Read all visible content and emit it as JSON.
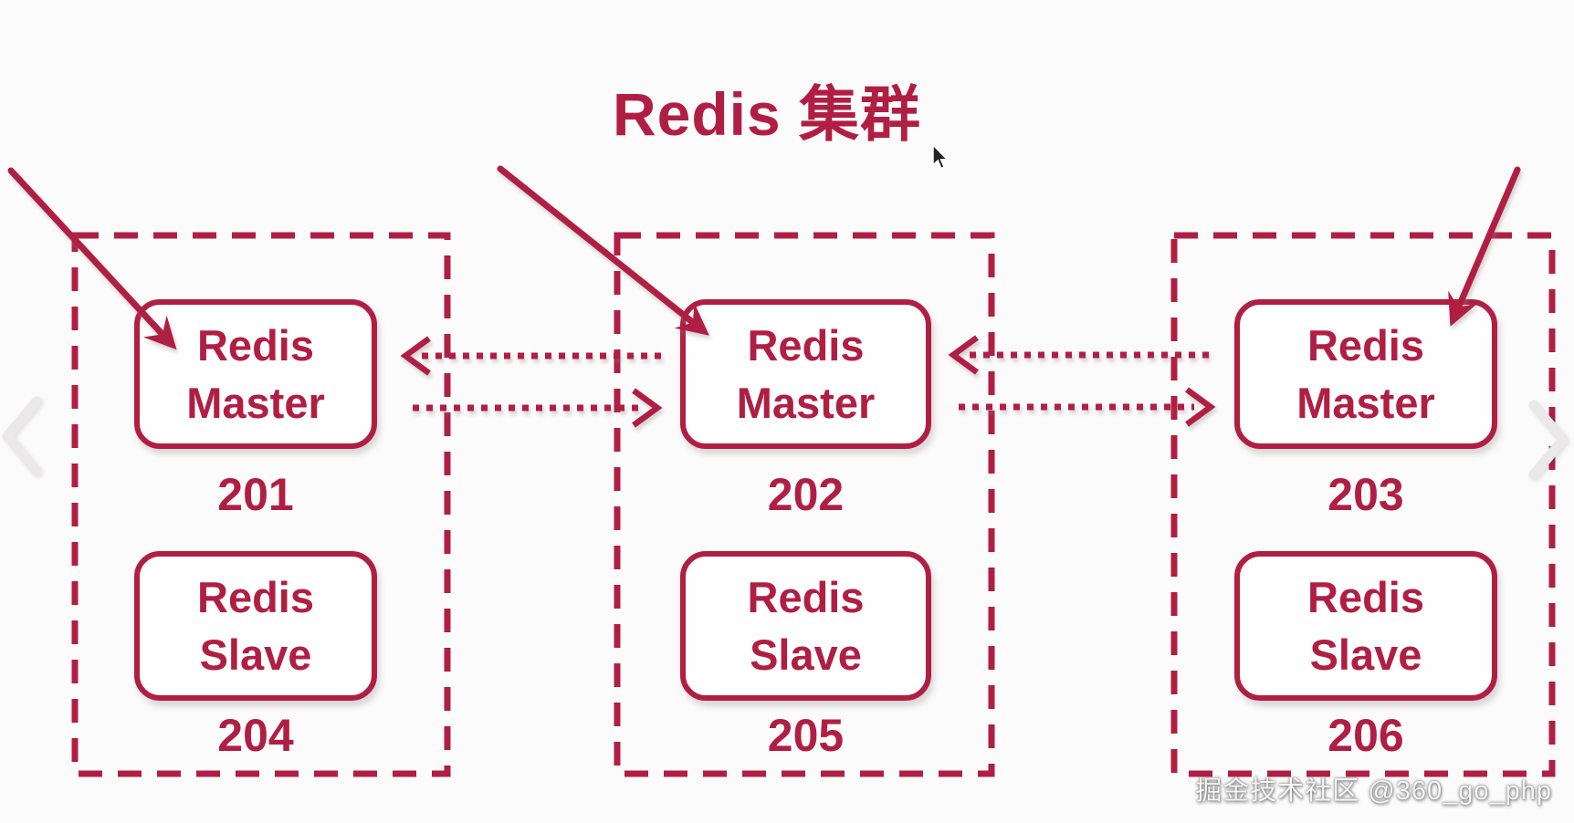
{
  "title": "Redis 集群",
  "colors": {
    "accent": "#b01f43",
    "background": "#fcfbfb",
    "nav_chevron": "#eae8e8",
    "cursor": "#222222"
  },
  "groups": [
    {
      "master": {
        "label": "Redis\nMaster",
        "id": "201"
      },
      "slave": {
        "label": "Redis\nSlave",
        "id": "204"
      }
    },
    {
      "master": {
        "label": "Redis\nMaster",
        "id": "202"
      },
      "slave": {
        "label": "Redis\nSlave",
        "id": "205"
      }
    },
    {
      "master": {
        "label": "Redis\nMaster",
        "id": "203"
      },
      "slave": {
        "label": "Redis\nSlave",
        "id": "206"
      }
    }
  ],
  "connections": [
    {
      "from": "202",
      "to": "201",
      "style": "dotted-arrow"
    },
    {
      "from": "201",
      "to": "202",
      "style": "dotted-arrow"
    },
    {
      "from": "203",
      "to": "202",
      "style": "dotted-arrow"
    },
    {
      "from": "202",
      "to": "203",
      "style": "dotted-arrow"
    },
    {
      "pointer": "external-arrow",
      "to": "201"
    },
    {
      "pointer": "external-arrow",
      "to": "202"
    },
    {
      "pointer": "external-arrow",
      "to": "203"
    }
  ],
  "icons": {
    "prev": "chevron-left",
    "next": "chevron-right",
    "cursor": "mouse-pointer"
  },
  "watermark": "掘金技术社区 @360_go_php"
}
